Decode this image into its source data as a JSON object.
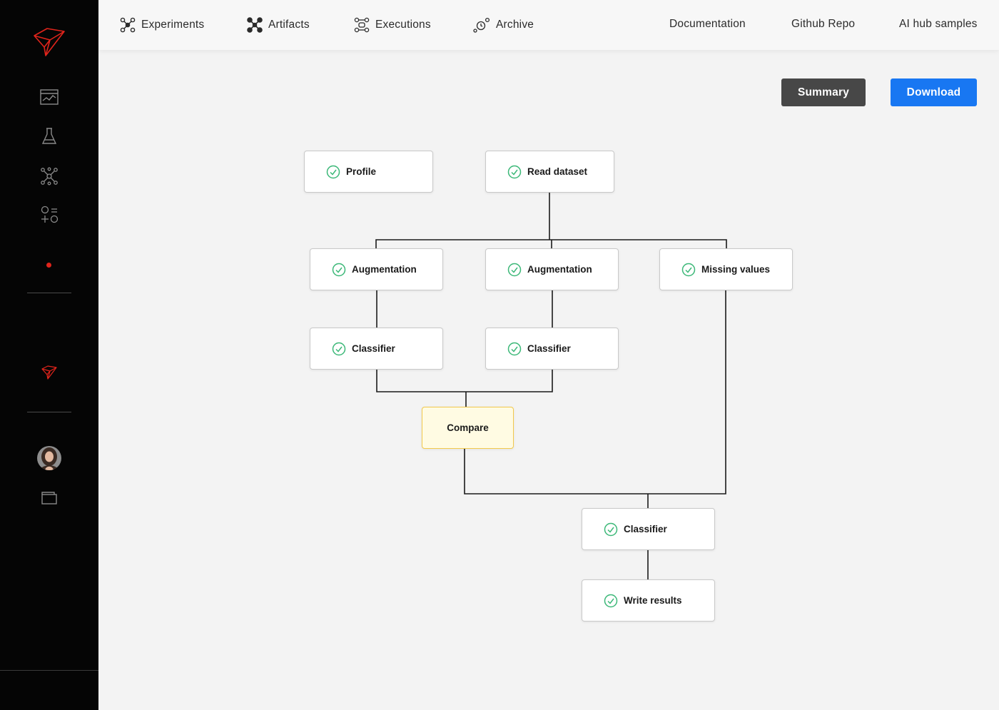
{
  "nav": {
    "experiments": "Experiments",
    "artifacts": "Artifacts",
    "executions": "Executions",
    "archive": "Archive",
    "documentation": "Documentation",
    "github": "Github Repo",
    "ai_hub": "AI hub samples"
  },
  "sidebar": {
    "items": [
      "dashboard-icon",
      "flask-icon",
      "network-icon",
      "shapes-icon",
      "cube-small-icon",
      "avatar",
      "folder-icon"
    ],
    "accent": "#e0241b"
  },
  "actions": {
    "summary": "Summary",
    "download": "Download"
  },
  "pipeline": {
    "profile": "Profile",
    "read_dataset": "Read dataset",
    "augmentation_1": "Augmentation",
    "augmentation_2": "Augmentation",
    "missing_values": "Missing values",
    "classifier_1": "Classifier",
    "classifier_2": "Classifier",
    "compare": "Compare",
    "classifier_3": "Classifier",
    "write_results": "Write results"
  },
  "colors": {
    "success": "#3cb878",
    "pending_bg": "#fffbe3",
    "pending_border": "#f2c94c",
    "primary": "#1877f2",
    "secondary": "#474747"
  }
}
